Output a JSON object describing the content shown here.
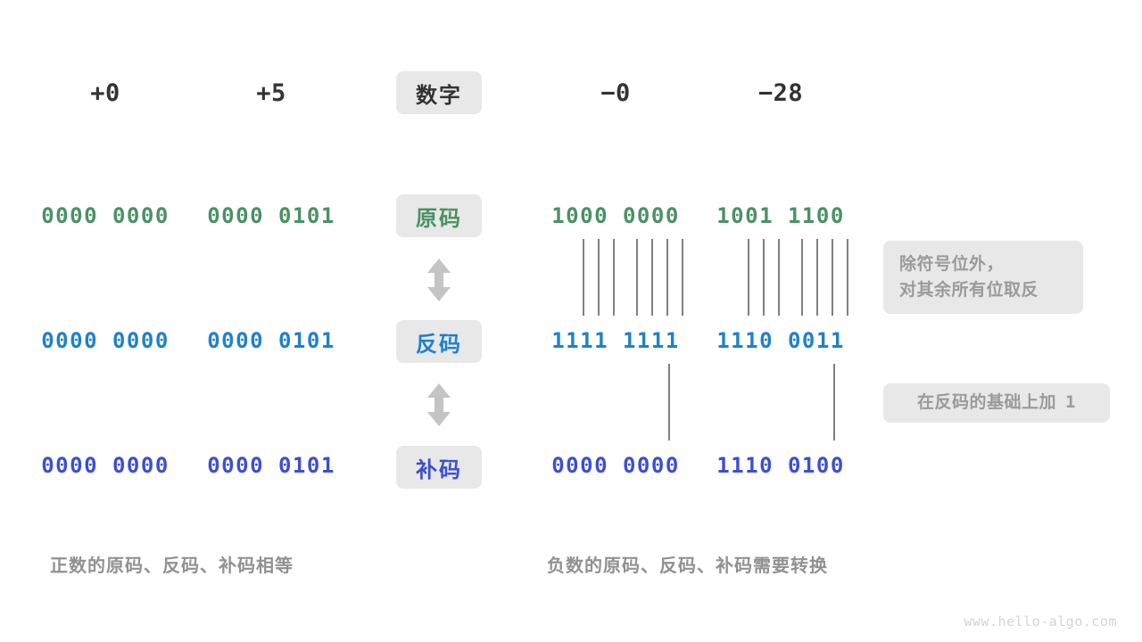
{
  "diagram": {
    "title_row": {
      "label_badge": "数字",
      "columns": [
        "+0",
        "+5",
        "−0",
        "−28"
      ]
    },
    "rows": [
      {
        "key": "yuanma",
        "badge": "原码",
        "color": "#4a9164",
        "values": [
          "0000 0000",
          "0000 0101",
          "1000 0000",
          "1001 1100"
        ]
      },
      {
        "key": "fanma",
        "badge": "反码",
        "color": "#1f81c9",
        "values": [
          "0000 0000",
          "0000 0101",
          "1111 1111",
          "1110 0011"
        ]
      },
      {
        "key": "buma",
        "badge": "补码",
        "color": "#3b4fd1",
        "values": [
          "0000 0000",
          "0000 0101",
          "0000 0000",
          "1110 0100"
        ]
      }
    ],
    "arrows": [
      {
        "name": "arrow-yuanma-to-fanma",
        "glyph": "double-arrow-vertical-icon"
      },
      {
        "name": "arrow-fanma-to-buma",
        "glyph": "double-arrow-vertical-icon"
      }
    ],
    "notes": [
      {
        "name": "note-invert-bits",
        "lines": [
          "除符号位外，",
          "对其余所有位取反"
        ]
      },
      {
        "name": "note-add-one",
        "text": "在反码的基础上加",
        "mono_suffix": "1"
      }
    ],
    "captions": {
      "left": "正数的原码、反码、补码相等",
      "right": "负数的原码、反码、补码需要转换"
    },
    "watermark": "www.hello-algo.com",
    "colors": {
      "background": "#ffffff",
      "badge_bg": "#e8e8e8",
      "header_text": "#333333",
      "green": "#4a9164",
      "blue": "#1f81c9",
      "indigo": "#3b4fd1",
      "muted": "#9a9a9a",
      "tick_line": "#808080",
      "arrow": "#c4c4c4",
      "watermark": "#d4d4d4"
    }
  }
}
